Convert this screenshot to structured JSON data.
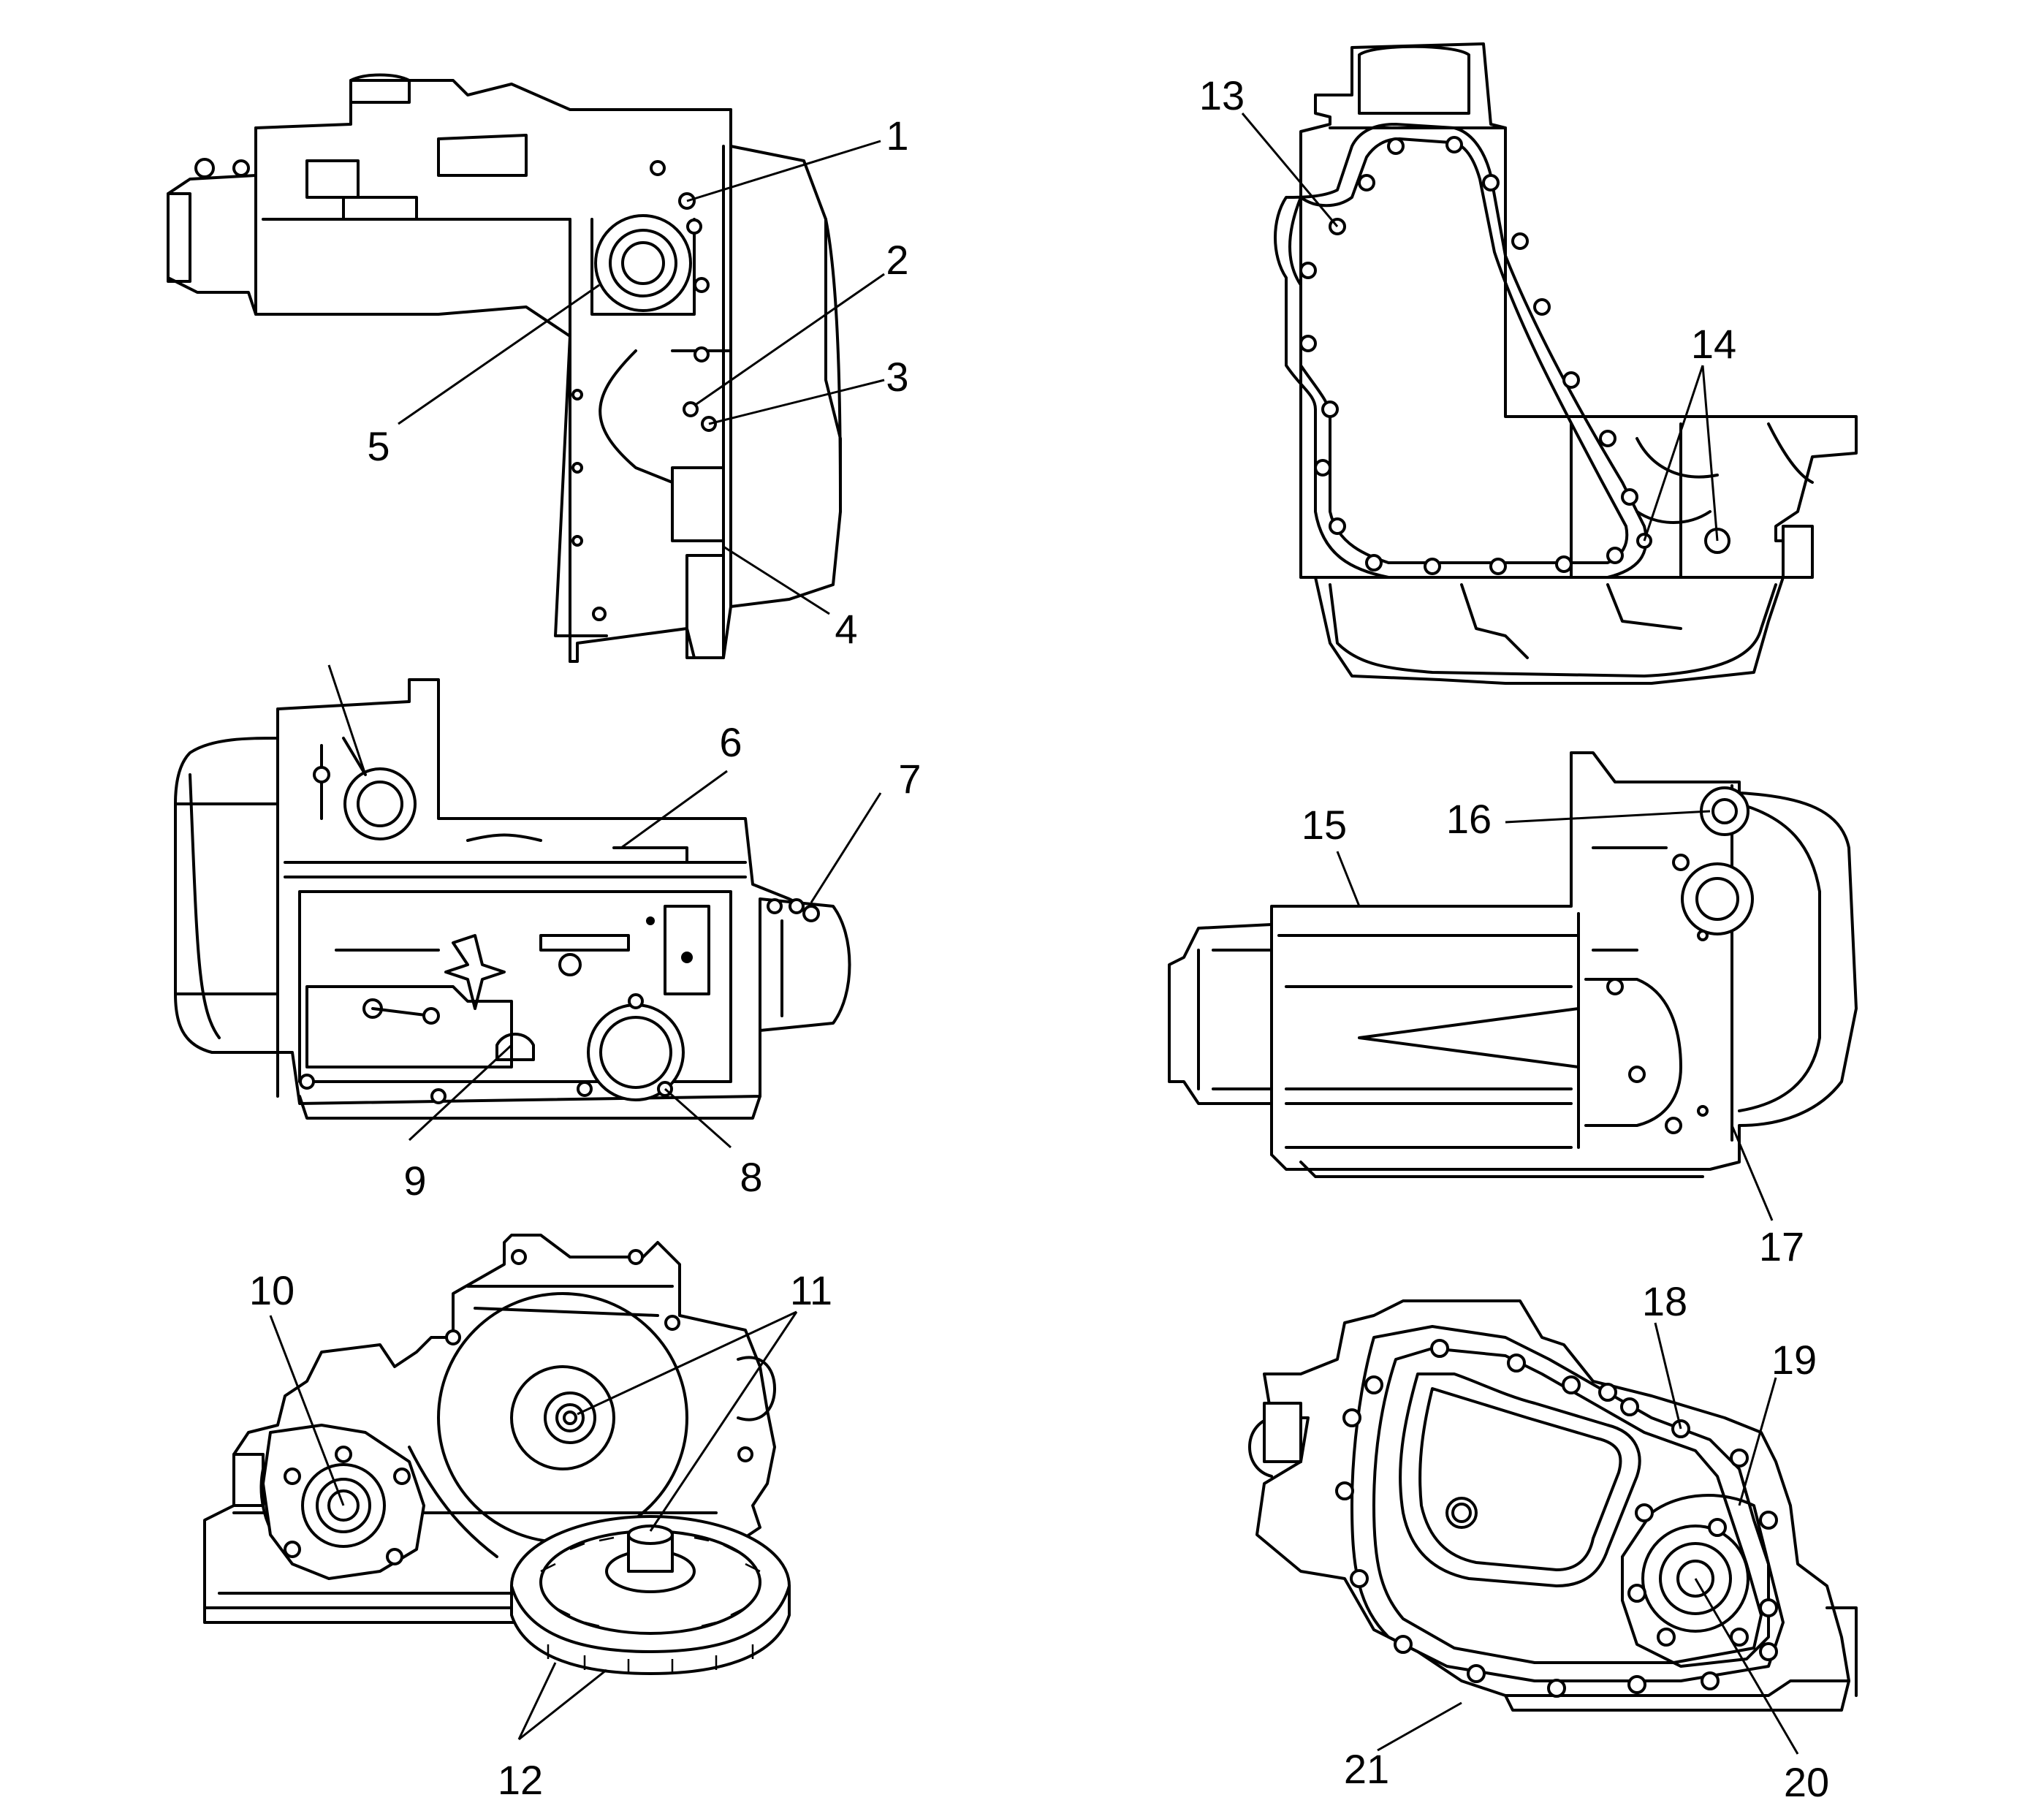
{
  "views": [
    {
      "id": "view-top-left",
      "callouts": [
        "1",
        "2",
        "3",
        "4",
        "5"
      ]
    },
    {
      "id": "view-top-right",
      "callouts": [
        "13",
        "14"
      ]
    },
    {
      "id": "view-middle-left",
      "callouts": [
        "6",
        "7",
        "8",
        "9"
      ]
    },
    {
      "id": "view-middle-right",
      "callouts": [
        "15",
        "16",
        "17"
      ]
    },
    {
      "id": "view-bottom-left",
      "callouts": [
        "10",
        "11",
        "12"
      ]
    },
    {
      "id": "view-bottom-right",
      "callouts": [
        "18",
        "19",
        "20",
        "21"
      ]
    }
  ],
  "callouts": {
    "c1": "1",
    "c2": "2",
    "c3": "3",
    "c4": "4",
    "c5": "5",
    "c6": "6",
    "c7": "7",
    "c8": "8",
    "c9": "9",
    "c10": "10",
    "c11": "11",
    "c12": "12",
    "c13": "13",
    "c14": "14",
    "c15": "15",
    "c16": "16",
    "c17": "17",
    "c18": "18",
    "c19": "19",
    "c20": "20",
    "c21": "21"
  }
}
